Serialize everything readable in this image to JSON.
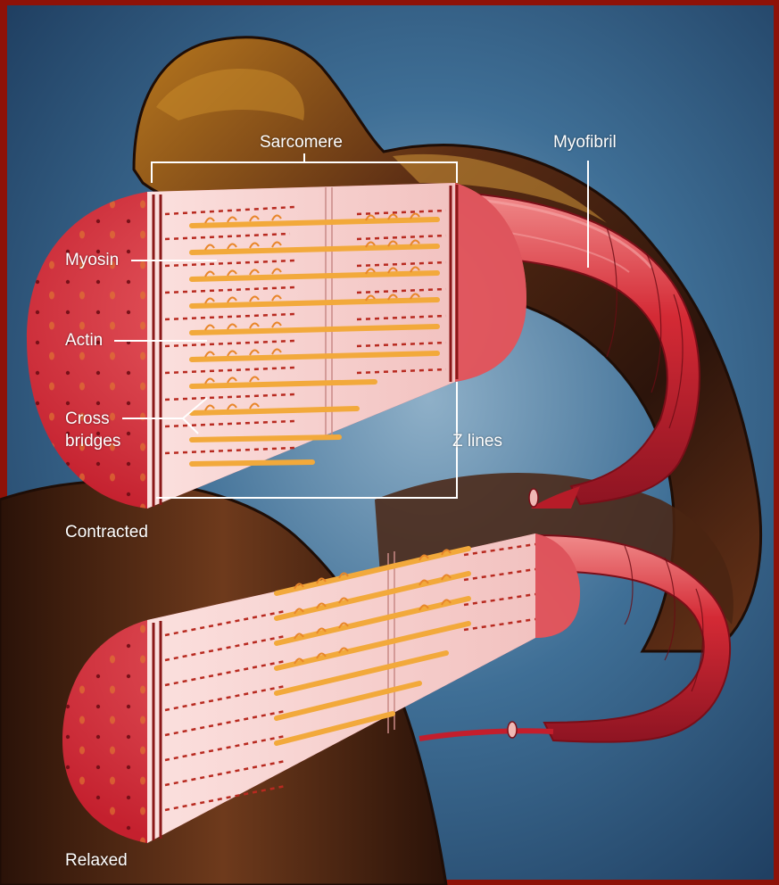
{
  "labels": {
    "sarcomere": "Sarcomere",
    "myofibril": "Myofibril",
    "myosin": "Myosin",
    "actin": "Actin",
    "cross_bridges_line1": "Cross",
    "cross_bridges_line2": "bridges",
    "z_lines": "Z lines",
    "contracted": "Contracted",
    "relaxed": "Relaxed"
  },
  "colors": {
    "border": "#8e1208",
    "background": "#2f5f86",
    "arm": "#3d1f12",
    "arm_highlight": "#b8781e",
    "fiber_red": "#d42a35",
    "fiber_dark": "#9e1422",
    "section_pink": "#f7d2d0",
    "myosin_yellow": "#f2a93b",
    "actin_red": "#b82a20",
    "leader_line": "#ffffff"
  }
}
